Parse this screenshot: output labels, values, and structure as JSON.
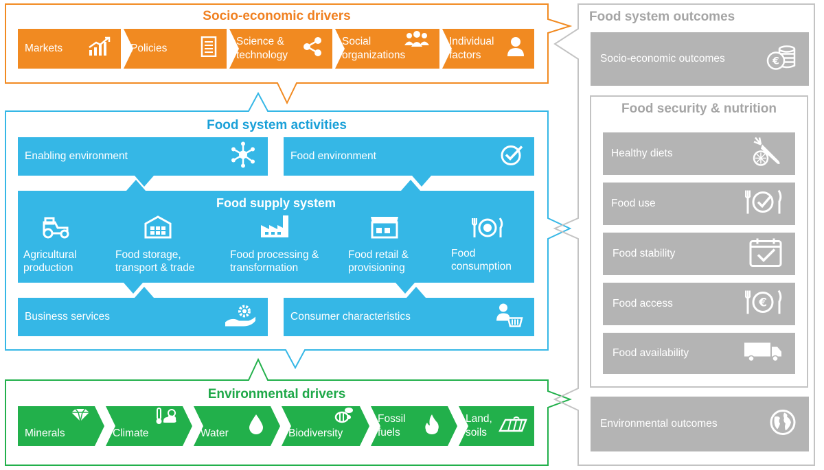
{
  "socio_drivers": {
    "title": "Socio-economic drivers",
    "items": [
      {
        "label": "Markets",
        "icon": "chart-growth-icon"
      },
      {
        "label": "Policies",
        "icon": "document-icon"
      },
      {
        "label": "Science & technology",
        "icon": "network-share-icon"
      },
      {
        "label": "Social organizations",
        "icon": "people-group-icon"
      },
      {
        "label": "Individual factors",
        "icon": "person-icon"
      }
    ]
  },
  "activities": {
    "title": "Food system activities",
    "enabling_environment": "Enabling environment",
    "food_environment": "Food environment",
    "supply": {
      "title": "Food supply system",
      "items": [
        {
          "label": "Agricultural production",
          "icon": "tractor-icon"
        },
        {
          "label": "Food storage, transport & trade",
          "icon": "warehouse-icon"
        },
        {
          "label": "Food processing & transformation",
          "icon": "factory-icon"
        },
        {
          "label": "Food retail & provisioning",
          "icon": "market-stall-icon"
        },
        {
          "label": "Food consumption",
          "icon": "plate-cutlery-icon"
        }
      ]
    },
    "business_services": "Business services",
    "consumer_characteristics": "Consumer characteristics"
  },
  "env_drivers": {
    "title": "Environmental drivers",
    "items": [
      {
        "label": "Minerals",
        "icon": "diamond-icon"
      },
      {
        "label": "Climate",
        "icon": "weather-icon"
      },
      {
        "label": "Water",
        "icon": "water-drop-icon"
      },
      {
        "label": "Biodiversity",
        "icon": "bee-icon"
      },
      {
        "label": "Fossil fuels",
        "icon": "flame-icon"
      },
      {
        "label": "Land, soils",
        "icon": "field-icon"
      }
    ]
  },
  "outcomes": {
    "title": "Food system outcomes",
    "socio": "Socio-economic outcomes",
    "fsn_title": "Food security & nutrition",
    "fsn_items": [
      {
        "label": "Healthy diets",
        "icon": "vegetables-icon"
      },
      {
        "label": "Food use",
        "icon": "plate-check-icon"
      },
      {
        "label": "Food stability",
        "icon": "calendar-check-icon"
      },
      {
        "label": "Food access",
        "icon": "plate-euro-icon"
      },
      {
        "label": "Food availability",
        "icon": "truck-icon"
      }
    ],
    "environmental": "Environmental outcomes"
  },
  "colors": {
    "socio_orange": "#f18a21",
    "activity_blue": "#35b7e6",
    "env_green": "#22b04b",
    "outcome_grey": "#b4b4b4"
  }
}
